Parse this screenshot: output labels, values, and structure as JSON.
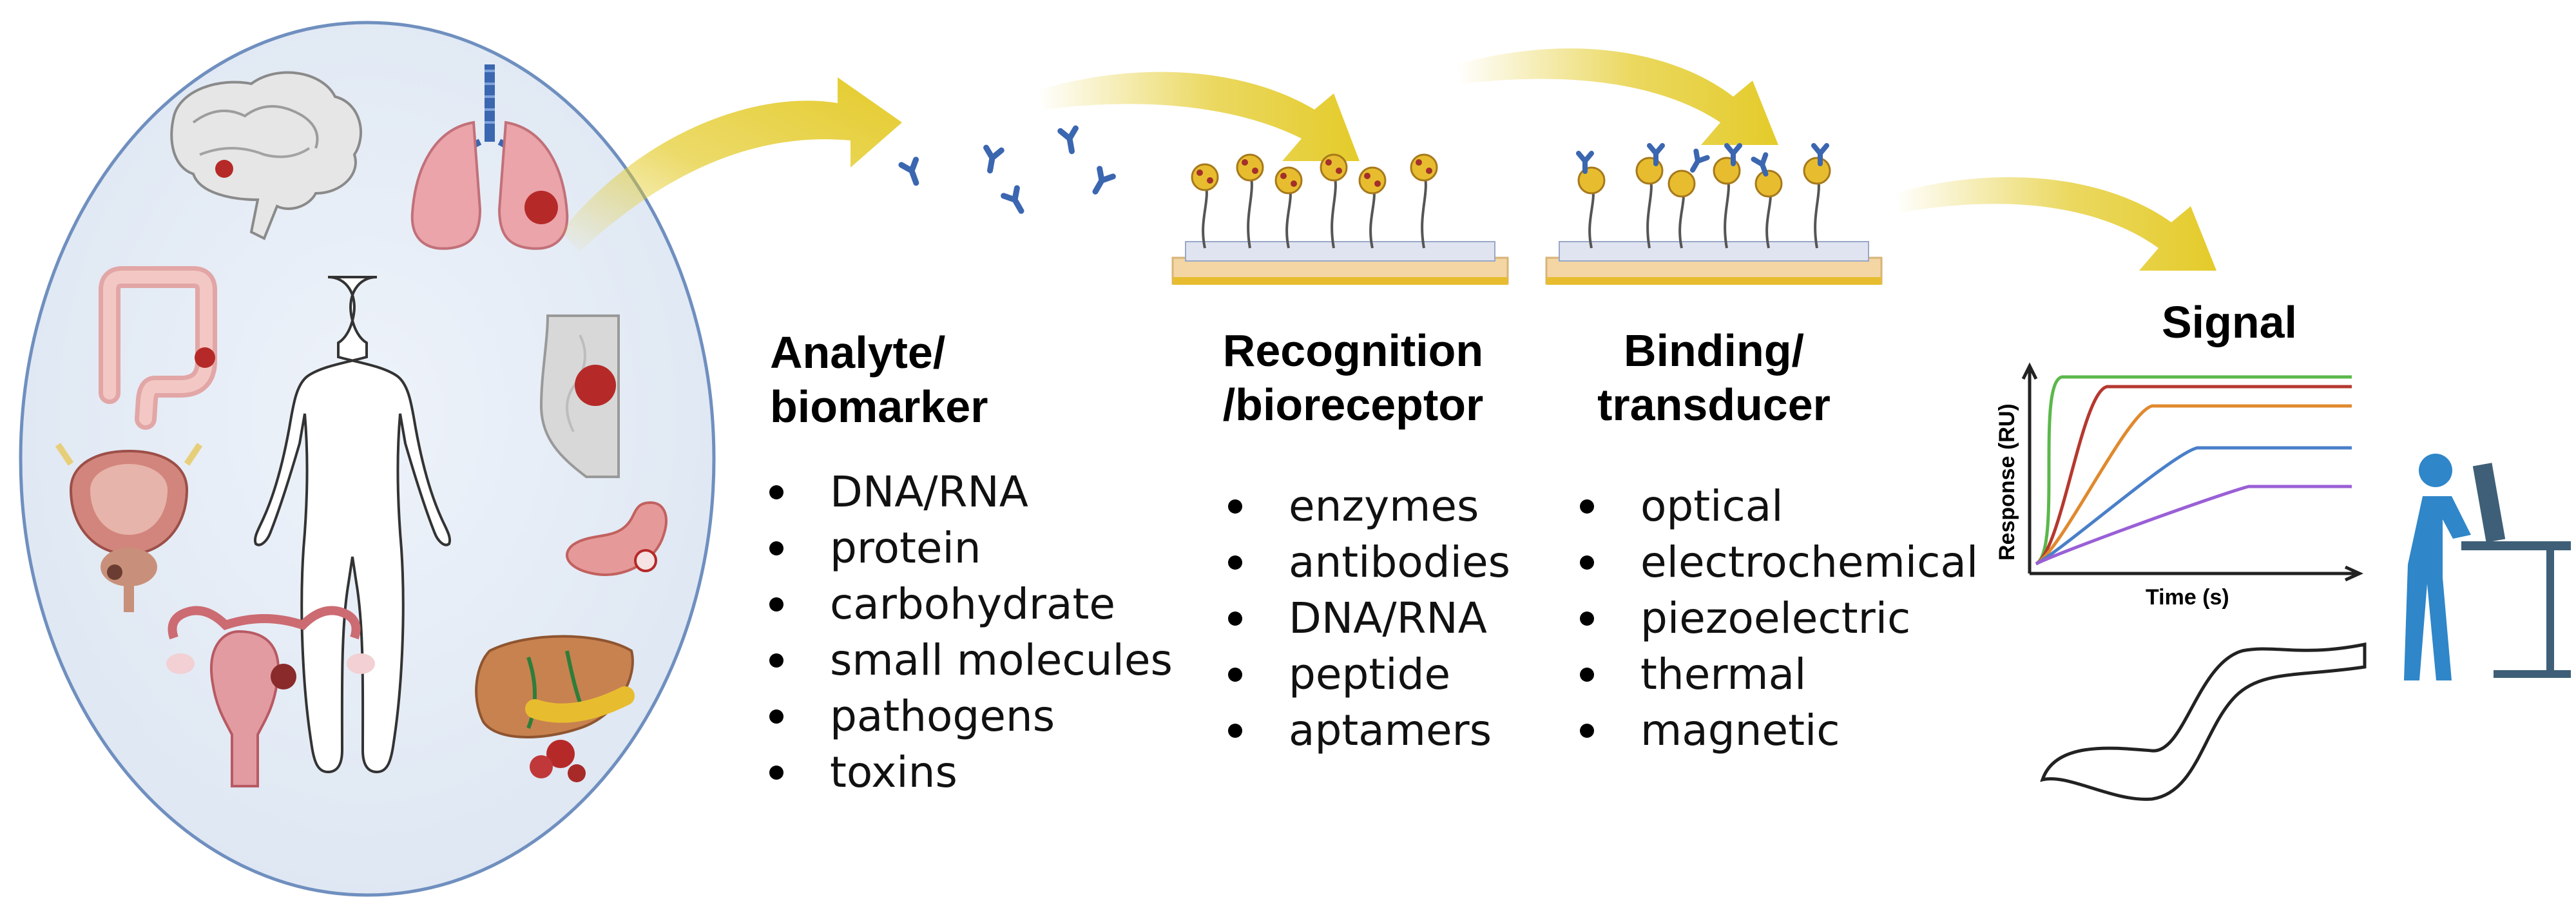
{
  "columns": [
    {
      "id": "analyte",
      "heading_lines": [
        "Analyte/",
        "biomarker"
      ],
      "items": [
        "DNA/RNA",
        "protein",
        "carbohydrate",
        "small molecules",
        "pathogens",
        "toxins"
      ]
    },
    {
      "id": "recognition",
      "heading_lines": [
        "Recognition",
        "/bioreceptor"
      ],
      "items": [
        "enzymes",
        "antibodies",
        "DNA/RNA",
        "peptide",
        "aptamers"
      ]
    },
    {
      "id": "binding",
      "heading_lines": [
        "Binding/",
        "transducer"
      ],
      "items": [
        "optical",
        "electrochemical",
        "piezoelectric",
        "thermal",
        "magnetic"
      ]
    }
  ],
  "signal": {
    "heading": "Signal",
    "chart": {
      "ylabel": "Response (RU)",
      "xlabel": "Time (s)",
      "curve_colors": [
        "#5bb84a",
        "#b5382f",
        "#e0892e",
        "#4a7fc9",
        "#9a5fd6"
      ]
    }
  },
  "icons": {
    "body": "human-body-outline-icon",
    "organs": [
      "brain-icon",
      "lungs-icon",
      "colon-icon",
      "breast-icon",
      "bladder-prostate-icon",
      "stomach-icon",
      "uterus-icon",
      "liver-pancreas-icon"
    ],
    "person": "person-at-computer-icon"
  },
  "colors": {
    "oval_fill": "#e3ebf5",
    "oval_stroke": "#6f8fbf",
    "arrow": "#e4cb2a",
    "antibody": "#3b66b0",
    "tumor": "#b52a28",
    "organ_pink": "#e9a3a3",
    "nanoparticle": "#e7bd2f",
    "person": "#2f86c9",
    "desk": "#3e5f77"
  }
}
